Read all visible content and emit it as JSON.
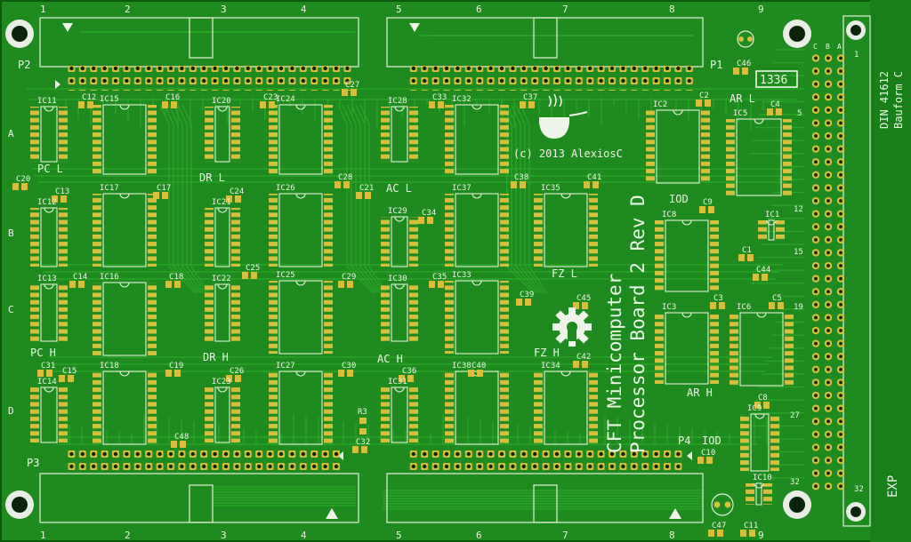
{
  "colors": {
    "board": "#1f8a1f",
    "edge": "#0b5a0b",
    "trace": "#2aa62a",
    "pad": "#d6bf3c",
    "hole": "#0b240b",
    "silk": "#eef5e8"
  },
  "board_text": {
    "title_line1": "CFT Minicomputer",
    "title_line2": "Processor Board 2 Rev D",
    "copyright": "(c) 2013 AlexiosC",
    "board_code": "1336",
    "din_line1": "DIN 41612",
    "din_line2": "Bauform C",
    "exp": "EXP"
  },
  "column_numbers": [
    "1",
    "2",
    "3",
    "4",
    "5",
    "6",
    "7",
    "8",
    "9"
  ],
  "row_letters": [
    "A",
    "B",
    "C",
    "D"
  ],
  "connector_labels": [
    "P1",
    "P2",
    "P3",
    "P4",
    "IOD"
  ],
  "connector_pin_numbers": [
    "1",
    "5",
    "12",
    "15",
    "19",
    "27",
    "32",
    "32"
  ],
  "connector_column_letters": [
    "C",
    "B",
    "A"
  ],
  "block_labels": [
    "PC L",
    "DR L",
    "AC L",
    "AR L",
    "IOD",
    "FZ L",
    "PC H",
    "DR H",
    "AC H",
    "FZ H",
    "AR H"
  ],
  "ic_labels": [
    "IC11",
    "IC15",
    "IC20",
    "IC24",
    "IC28",
    "IC32",
    "IC2",
    "IC5",
    "IC12",
    "IC17",
    "IC21",
    "IC26",
    "IC29",
    "IC37",
    "IC35",
    "IC8",
    "IC1",
    "IC13",
    "IC16",
    "IC22",
    "IC25",
    "IC30",
    "IC33",
    "IC3",
    "IC6",
    "IC14",
    "IC18",
    "IC23",
    "IC27",
    "IC31",
    "IC38",
    "IC34",
    "IC9",
    "IC10"
  ],
  "cap_labels": [
    "C12",
    "C16",
    "C23",
    "C27",
    "C33",
    "C37",
    "C2",
    "C4",
    "C46",
    "C20",
    "C13",
    "C17",
    "C24",
    "C28",
    "C21",
    "C38",
    "C41",
    "C9",
    "C34",
    "C14",
    "C18",
    "C25",
    "C29",
    "C35",
    "C39",
    "C45",
    "C44",
    "C1",
    "C3",
    "C5",
    "C31",
    "C15",
    "C19",
    "C26",
    "C30",
    "C36",
    "C40",
    "C42",
    "C48",
    "C32",
    "C8",
    "C10",
    "C11",
    "C47"
  ],
  "resistor_labels": [
    "R3"
  ]
}
